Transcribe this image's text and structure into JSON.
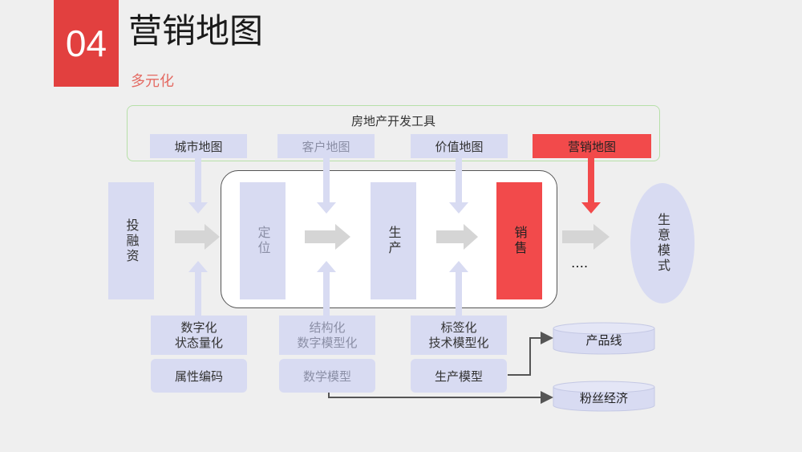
{
  "slide": {
    "number": "04",
    "title": "营销地图",
    "subtitle": "多元化"
  },
  "tools": {
    "group_title": "房地产开发工具",
    "items": [
      "城市地图",
      "客户地图",
      "价值地图",
      "营销地图"
    ]
  },
  "stages": {
    "invest": "投融资",
    "position": "定位",
    "produce": "生产",
    "sales": "销售",
    "ellipsis": "….",
    "business_model": "生意模式"
  },
  "bottom_row1": [
    "数字化\n状态量化",
    "结构化\n数字模型化",
    "标签化\n技术模型化"
  ],
  "bottom_row2": [
    "属性编码",
    "数学模型",
    "生产模型"
  ],
  "outputs": [
    "产品线",
    "粉丝经济"
  ],
  "colors": {
    "accent_red": "#e2403f",
    "highlight_red": "#f24a4b",
    "box_blue": "#d8dbf2",
    "frame_green": "#b7e0a9"
  }
}
